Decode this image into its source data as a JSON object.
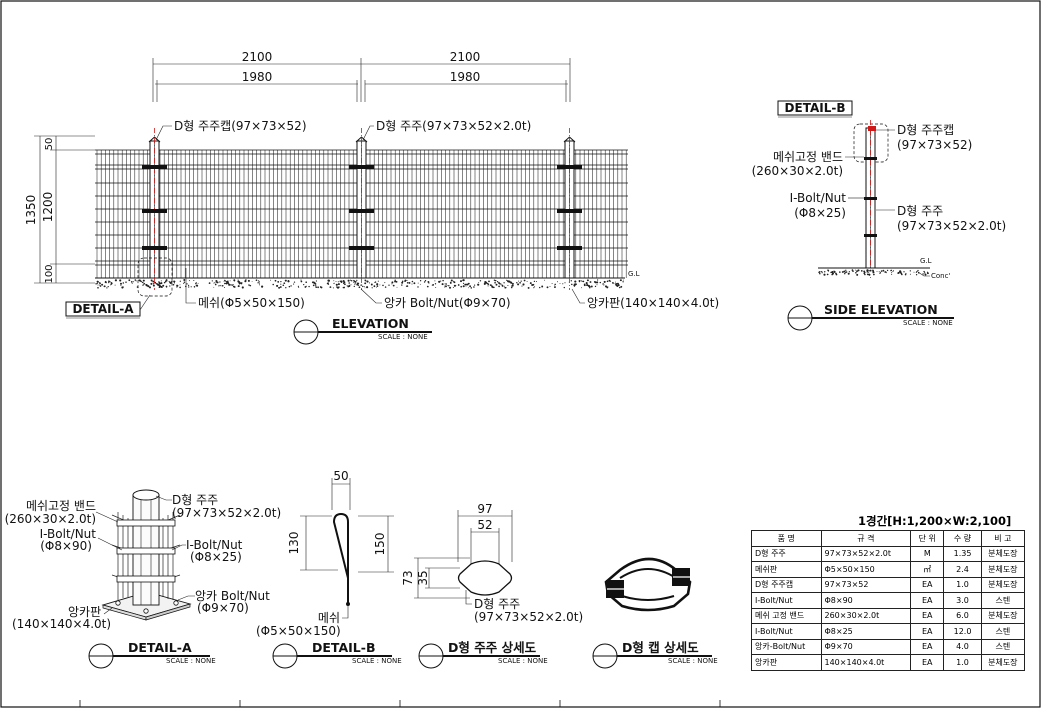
{
  "labels": {
    "dim_2100": "2100",
    "dim_1980": "1980",
    "dim_1350": "1350",
    "dim_1200": "1200",
    "dim_100": "100",
    "dim_50": "50",
    "post_cap": "D형 주주캡(97×73×52)",
    "post": "D형 주주(97×73×52×2.0t)",
    "detail_a_tag": "DETAIL-A",
    "mesh": "메쉬(Φ5×50×150)",
    "anchor_bolt": "앙카 Bolt/Nut(Φ9×70)",
    "anchor_plate": "앙카판(140×140×4.0t)",
    "gl": "G.L",
    "elevation_title": "ELEVATION",
    "scale": "SCALE : NONE",
    "detail_b_tag": "DETAIL-B",
    "se_cap_1": "D형 주주캡",
    "se_cap_2": "(97×73×52)",
    "se_band_1": "메쉬고정 밴드",
    "se_band_2": "(260×30×2.0t)",
    "se_ibolt_1": "I-Bolt/Nut",
    "se_ibolt_2": "(Φ8×25)",
    "se_post_1": "D형 주주",
    "se_post_2": "(97×73×52×2.0t)",
    "conc": "Conc'",
    "side_elevation_title": "SIDE ELEVATION",
    "da_band_1": "메쉬고정 밴드",
    "da_band_2": "(260×30×2.0t)",
    "da_ibolt90_1": "I-Bolt/Nut",
    "da_ibolt90_2": "(Φ8×90)",
    "da_post_1": "D형 주주",
    "da_post_2": "(97×73×52×2.0t)",
    "da_ibolt25_1": "I-Bolt/Nut",
    "da_ibolt25_2": "(Φ8×25)",
    "da_anchor_1": "앙카 Bolt/Nut",
    "da_anchor_2": "(Φ9×70)",
    "da_plate_1": "앙카판",
    "da_plate_2": "(140×140×4.0t)",
    "detail_a_title": "DETAIL-A",
    "db_50": "50",
    "db_130": "130",
    "db_150": "150",
    "db_mesh_1": "메쉬",
    "db_mesh_2": "(Φ5×50×150)",
    "detail_b_title": "DETAIL-B",
    "ps_97": "97",
    "ps_52": "52",
    "ps_73": "73",
    "ps_35": "35",
    "ps_post_1": "D형 주주",
    "ps_post_2": "(97×73×52×2.0t)",
    "post_detail_title": "D형 주주 상세도",
    "cap_detail_title": "D형 캡 상세도"
  },
  "table": {
    "title": "1경간[H:1,200×W:2,100]",
    "headers": [
      "품 명",
      "규 격",
      "단 위",
      "수 량",
      "비 고"
    ],
    "rows": [
      [
        "D형 주주",
        "97×73×52×2.0t",
        "M",
        "1.35",
        "분체도장"
      ],
      [
        "메쉬판",
        "Φ5×50×150",
        "㎡",
        "2.4",
        "분체도장"
      ],
      [
        "D형 주주캡",
        "97×73×52",
        "EA",
        "1.0",
        "분체도장"
      ],
      [
        "I-Bolt/Nut",
        "Φ8×90",
        "EA",
        "3.0",
        "스텐"
      ],
      [
        "메쉬 고정 밴드",
        "260×30×2.0t",
        "EA",
        "6.0",
        "분체도장"
      ],
      [
        "I-Bolt/Nut",
        "Φ8×25",
        "EA",
        "12.0",
        "스텐"
      ],
      [
        "앙카-Bolt/Nut",
        "Φ9×70",
        "EA",
        "4.0",
        "스텐"
      ],
      [
        "앙카판",
        "140×140×4.0t",
        "EA",
        "1.0",
        "분체도장"
      ]
    ]
  }
}
